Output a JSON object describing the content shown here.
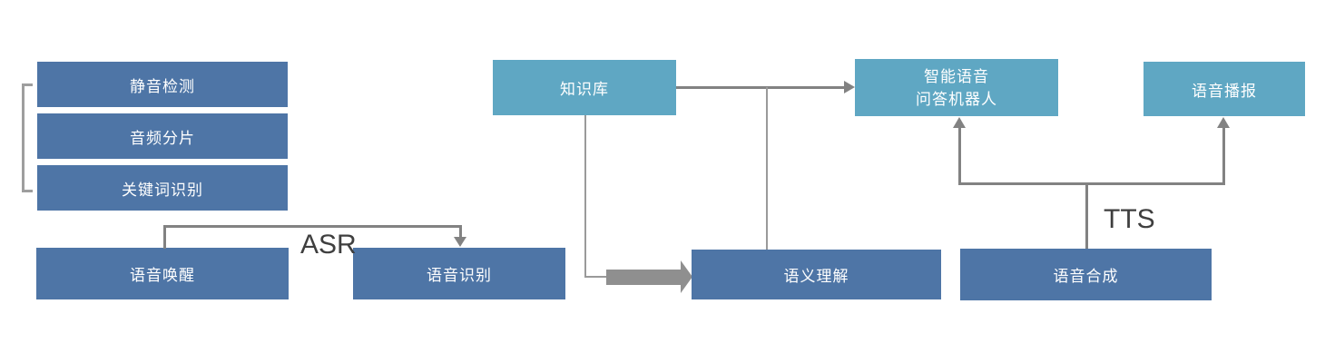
{
  "diagram": {
    "title": "voice-interaction-architecture",
    "boxes": {
      "silence_detection": {
        "label": "静音检测"
      },
      "audio_segmentation": {
        "label": "音频分片"
      },
      "keyword_recognition": {
        "label": "关键词识别"
      },
      "voice_wakeup": {
        "label": "语音唤醒"
      },
      "speech_recognition": {
        "label": "语音识别"
      },
      "knowledge_base": {
        "label": "知识库"
      },
      "semantic_understanding": {
        "label": "语义理解"
      },
      "qa_robot": {
        "label_line1": "智能语音",
        "label_line2": "问答机器人"
      },
      "voice_broadcast": {
        "label": "语音播报"
      },
      "speech_synthesis": {
        "label": "语音合成"
      }
    },
    "edge_labels": {
      "asr": "ASR",
      "tts": "TTS"
    },
    "colors": {
      "dark_box": "#4e75a6",
      "light_box": "#5fa7c3",
      "box_text": "#ffffff",
      "connector": "#828282",
      "connector_thin": "#9a9a9a",
      "block_arrow": "#8f8f8f",
      "bracket": "#9e9e9e",
      "label_text": "#3f3f3f"
    }
  }
}
